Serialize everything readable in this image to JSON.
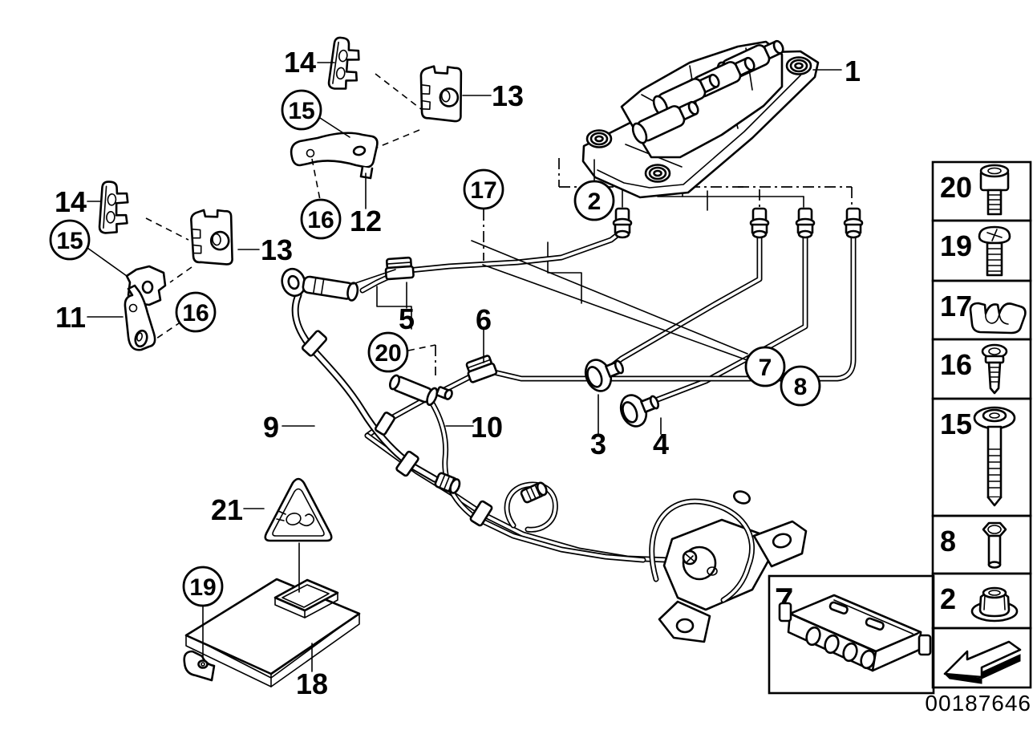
{
  "diagram": {
    "title": "valve block and added parts exploded diagram",
    "labels": {
      "top_clip_14": "14",
      "top_clip_13": "13",
      "top_screw_15": "15",
      "top_bolt_16": "16",
      "top_bracket_12": "12",
      "clip_17": "17",
      "left_clip_14": "14",
      "left_clip_13": "13",
      "left_screw_15": "15",
      "left_bolt_16": "16",
      "left_bracket_11": "11",
      "valve_unit_1": "1",
      "nut_2": "2",
      "pipe_5": "5",
      "pipe_6": "6",
      "union_20": "20",
      "valve_7": "7",
      "screw_8": "8",
      "pipe_3": "3",
      "pipe_4": "4",
      "hose_9": "9",
      "pipe_10": "10",
      "warning_label_21": "21",
      "screw_19": "19",
      "control_unit_18": "18",
      "box_7": "7"
    },
    "legend": {
      "items": [
        {
          "number": "20",
          "icon": "socket-head-screw-icon"
        },
        {
          "number": "19",
          "icon": "pan-head-screw-icon"
        },
        {
          "number": "17",
          "icon": "pipe-clip-icon"
        },
        {
          "number": "16",
          "icon": "torx-screw-icon"
        },
        {
          "number": "15",
          "icon": "flange-head-screw-icon"
        },
        {
          "number": "8",
          "icon": "hex-bolt-icon"
        },
        {
          "number": "2",
          "icon": "flange-nut-icon"
        }
      ],
      "direction_icon": "direction-arrow-icon"
    },
    "footer": {
      "image_number": "00187646"
    },
    "colors": {
      "line": "#000000",
      "background": "#ffffff"
    }
  }
}
